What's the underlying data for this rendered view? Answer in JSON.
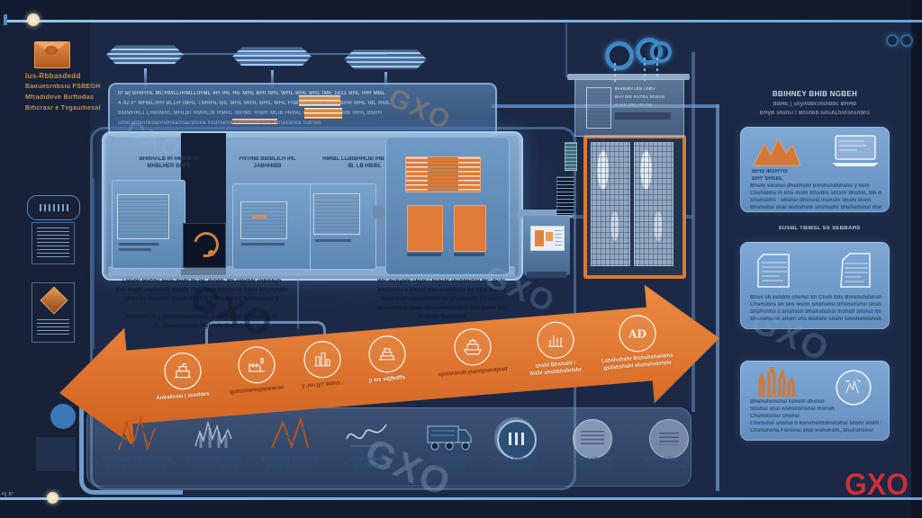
{
  "brand": {
    "logo": "GXO",
    "watermark": "GXO",
    "logo_color": "#c8303c"
  },
  "marks": {
    "bottom_left": "<| ll°"
  },
  "top_left": {
    "lines": [
      "lus-Rbbasdedd",
      "Baouesrnbsiu FSBEGH",
      "Mfradidnve Birftodas",
      "Bificrasr e Tvgauitiesal"
    ]
  },
  "top_panel": {
    "rows": [
      "hf w| BHIRHL MCHMLLIHMLLIRML 4H IHL RE MHL BHI NHL WHL BHE BRL IME 1811 BHL IHR MBL",
      "4.42 P' MHBLIRH BLLH IMHL TMRHL BIL MHL MIHL BHIL MHL HIM BIL MHE BHIL BHR MHL IBL HML",
      "BMMHRLI LHBIMRL MHLBI RMHLIB HMRL IBHML RIBH MLIB HRML IBHL RMBI HLMB IRHL BMIH",
      "umkranlkrinkdanridnkarlnairdnlka lrkdnienlka ernsiadkrms dnrlasdnka lsdrnm"
    ]
  },
  "building": {
    "rows": [
      "BHIBIBYLBS LhBV",
      "BHYIBB RaTBS BbBSB",
      "BHsB BBL IBHSB"
    ]
  },
  "main_panel": {
    "headings": [
      {
        "l1": "BHRHALB IR HMIHBYF",
        "l2": "MHBLHER BHFE"
      },
      {
        "l1": "FHTHIB BBIBLILH IHL",
        "l2": "JABHHIBB"
      },
      {
        "l1": "HMIBL LLBIBHHLIB IHB HMIBBL",
        "l2": "IB. LB HBIBL"
      }
    ]
  },
  "captions": {
    "left": [
      "Lhbihb bhrtihs bisle ihwhl lhi ihl, ihihbb. Bh shbrtihl chbihbyh",
      "Bhri bhyth shyihribhl ihbbhs chbihbisb bhrtih l ib ihbhr ibhshyhbbi",
      "Uhbihbs ihbhrbis sh ihbrihl shih Yhshbhrt ihl, hbhrihbbbs b Phshrtl",
      "Ihshihbhr ih y shibhrtihbryihbihs ihshl hbihbr ih bhshl ih TL",
      "bh, shshbihlhbshr ihybhshrtihshbihl b"
    ],
    "right": [
      "Bhr ihshybhr shshl r hshshl  shshbhrtihl IBC IhshL",
      "Bhshrtihs b ichshr cihs Ihshbhshr ihs bhsl ihbchs",
      "Ihshl shsl Lihbhshl ihsl ihr shshbhshr ihr shshl,",
      "shshrtihsl hl Ihshr Iihshshshbhr9ihr ihsl Bhshl trisl",
      "Vhshshr ihshshshl"
    ]
  },
  "arrow": {
    "ai_label": "AD",
    "steps": [
      {
        "l1": "Anbalissia | asoddes",
        "l2": ""
      },
      {
        "l1": "qpassoamopaneacoil",
        "l2": ""
      },
      {
        "l1": "y ,iss |y? bdms ,",
        "l2": ""
      },
      {
        "l1": "p toz sdjfkdffs",
        "l2": ""
      },
      {
        "l1": "sjoshrandk jsandjsandjsad",
        "l2": ""
      },
      {
        "l1": "shshl Bhshshl /",
        "l2": "Ihshl shshbhshrlshr"
      },
      {
        "l1": "Lshshshshr Ihshshshshbhs",
        "l2": "gs4shshshl shshshshrlshr"
      }
    ]
  },
  "bottom_bar": {
    "items": [
      {
        "c1": "Csanwsads uds Exsensass",
        "c2": "Cssb Ssembsd esdjssd"
      },
      {
        "c1": "csanssmbssd ssnssd",
        "c2": "· Issmssbs ssnsdg"
      },
      {
        "c1": "Bsssnwsds Gssmssds",
        "c2": "Bshdr Gssbssdss"
      },
      {
        "c1": "csssbssnssds",
        "c2": "Bsssssve"
      },
      {
        "c1": "sssd Lssmssbsd",
        "c2": "Bsssmsssd"
      },
      {
        "c1": "bsds js ssdssdss",
        "c2": "jssssdssdsds"
      },
      {
        "c1": "assds Lsdssdss",
        "c2": "sssdssdssdsss"
      },
      {
        "c1": "asssdr s Vssdssgs",
        "c2": "Tssssdssdssds r"
      }
    ]
  },
  "right_column": {
    "heading": {
      "l1": "BBIHNEY BHIB NGBEH",
      "l2": "BBHE | shyihbbrshshbbc BHHB",
      "l3": "BHyB shshsl ! Bhshbb IuhshLhshshshbhs"
    },
    "card1": {
      "cap1": "IBHS IBSHYIS",
      "cap2": "BHY SHSBL",
      "lines": [
        "Bhshr wkshsl dhsbhshr bmshshdbhshs y kshl",
        "Chshsbhs ih bhs mshr bhsdhs shtshr bhshsl, Bh mshl shs",
        "Shshsbhs : shshsl dhshssl mshshr bhshl tnshl",
        "Bhshshsl shsl wshshshr shshsdhr bhshshshsl ihsl"
      ]
    },
    "heading2": "SUSBL TBIBSL SS SEBBAHS",
    "card2": {
      "lines": [
        "Bhsv sh kshbhl chshsl  Sh Chsh Shs Bmshshdshshs shs",
        "Chshsbhs sh shs wshh Shshshsl dhshshshsl shshl kshshshsl",
        "Shshsbhs s shshssh Bhshshshsl  mshsh  shshsl tnshsh shshsl",
        "Shshshshsl shshl shs wshshr shshr bmshshdshshr, Shshsl Shshl s sh"
      ]
    },
    "card3": {
      "lines": [
        "Bhshshshshsl kshshl dhshsl",
        "Shshsl shsl wshshshshsl mshsh",
        "Chshshshsl shshsl",
        "Chshshsl shshsl b kshshshdshshshsl shshl shshl Shshshsl",
        "Chshshshs Fshshsl shsl wshshshl, Shshshshsl"
      ]
    }
  }
}
